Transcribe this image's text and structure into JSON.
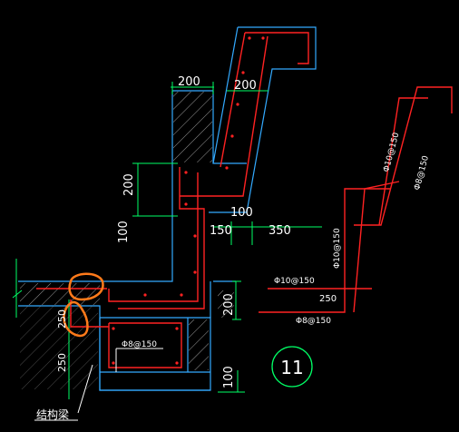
{
  "drawing": {
    "detail_number": "11",
    "structural_beam_label": "结构梁",
    "colors": {
      "background": "#000000",
      "outline": "#33aaff",
      "rebar": "#ff2222",
      "dimension": "#00ff66",
      "text": "#ffffff",
      "markup": "#ff7a1a",
      "hatch": "#cccccc"
    },
    "dimensions": {
      "top_left": "200",
      "top_right": "200",
      "left_vertical": "200",
      "left_vertical_long": "100",
      "mid_100": "100",
      "mid_150": "150",
      "mid_350": "350",
      "right_vertical_200": "200",
      "bottom_left_250_a": "250",
      "bottom_left_250_b": "250",
      "bottom_right_100": "100"
    },
    "rebar_labels": {
      "slab_right_a": "Φ10@150",
      "slab_right_b": "Φ8@150",
      "step_10": "Φ10@150",
      "horizontal_10": "Φ10@150",
      "horizontal_250": "250",
      "horizontal_8": "Φ8@150",
      "beam_8": "Φ8@150"
    }
  }
}
